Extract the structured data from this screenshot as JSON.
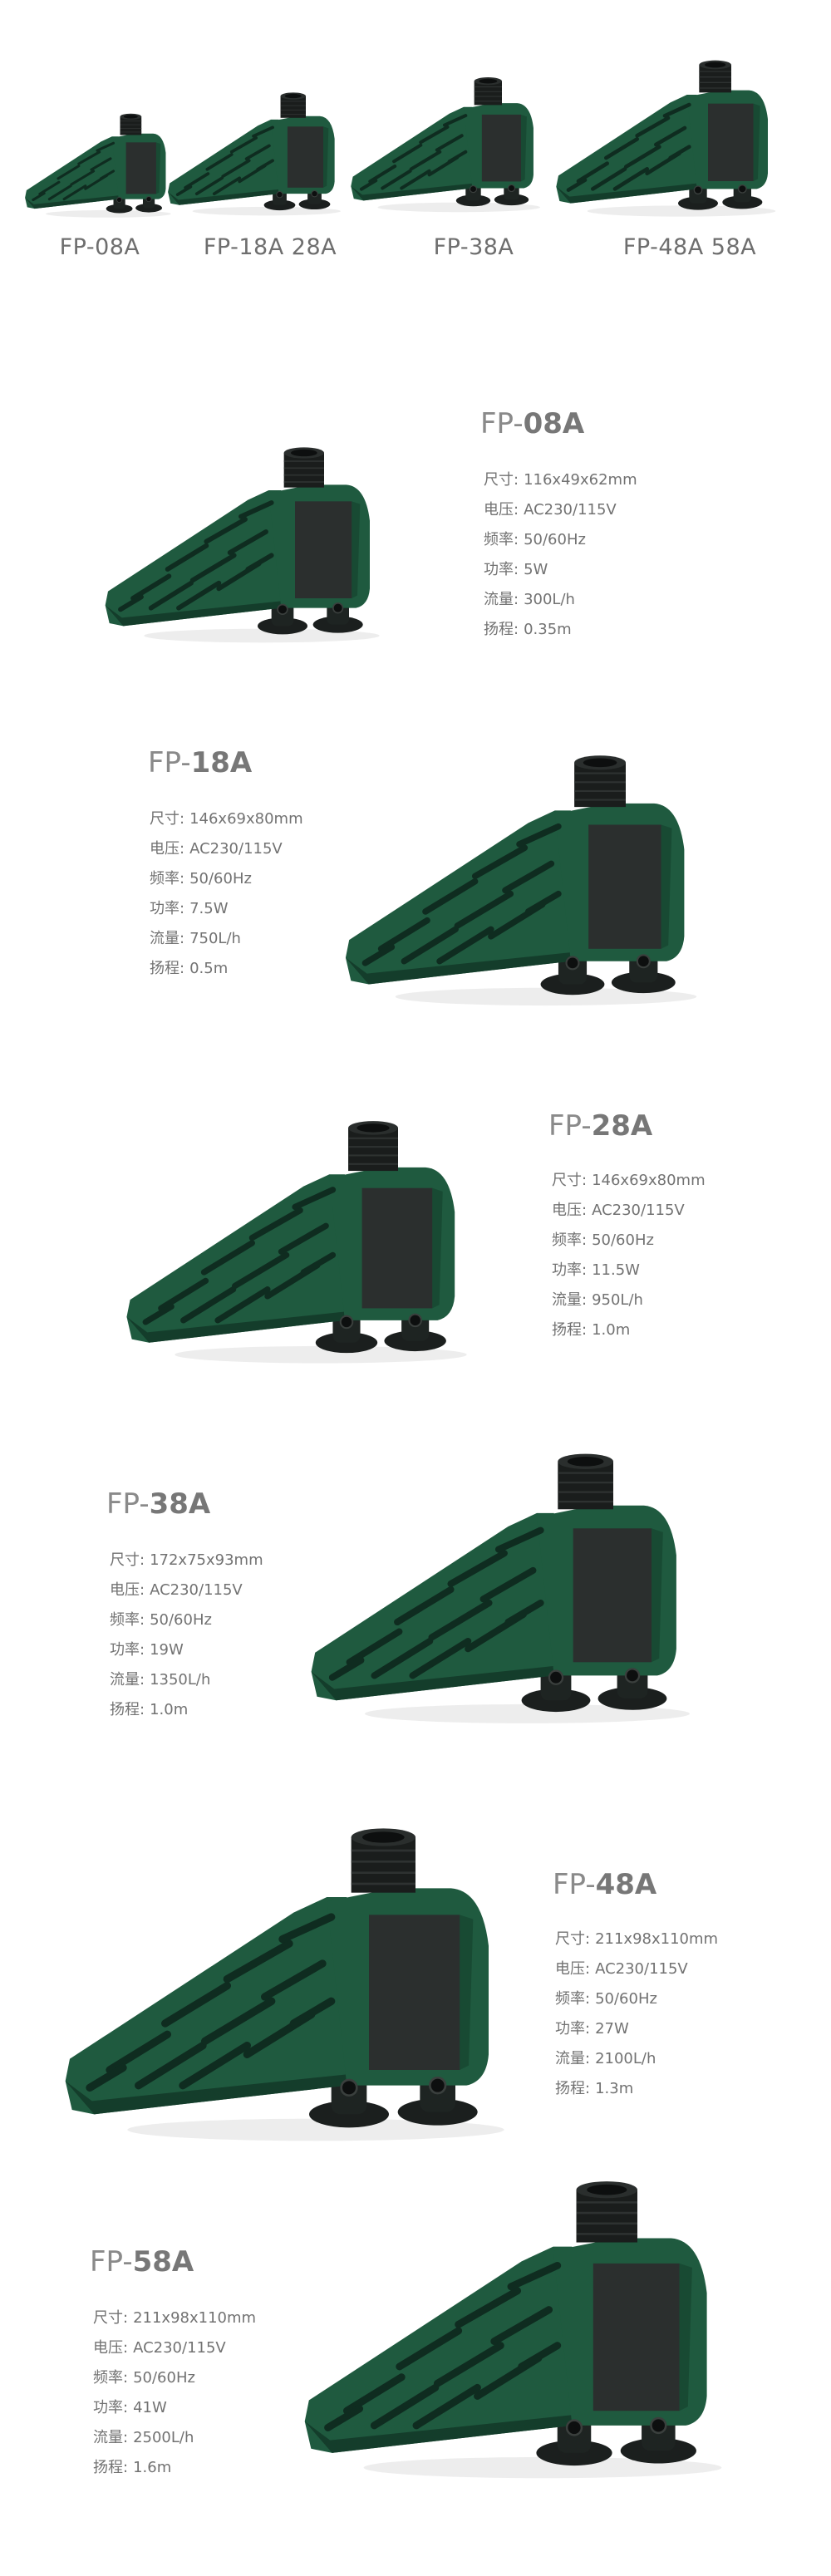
{
  "colors": {
    "body_green": "#1f5a3f",
    "body_green_dark": "#143d2b",
    "motor_dark": "#2b2f2e",
    "text_grey": "#6f6f6f"
  },
  "overview": {
    "labels": [
      "FP-08A",
      "FP-18A 28A",
      "FP-38A",
      "FP-48A 58A"
    ]
  },
  "spec_labels": {
    "size": "尺寸:",
    "voltage": "电压:",
    "frequency": "频率:",
    "power": "功率:",
    "flow": "流量:",
    "head": "扬程:"
  },
  "products": [
    {
      "prefix": "FP-",
      "number": "08A",
      "size": "116x49x62mm",
      "voltage": "AC230/115V",
      "frequency": "50/60Hz",
      "power": "5W",
      "flow": "300L/h",
      "head": "0.35m"
    },
    {
      "prefix": "FP-",
      "number": "18A",
      "size": "146x69x80mm",
      "voltage": "AC230/115V",
      "frequency": "50/60Hz",
      "power": "7.5W",
      "flow": "750L/h",
      "head": "0.5m"
    },
    {
      "prefix": "FP-",
      "number": "28A",
      "size": "146x69x80mm",
      "voltage": "AC230/115V",
      "frequency": "50/60Hz",
      "power": "11.5W",
      "flow": "950L/h",
      "head": "1.0m"
    },
    {
      "prefix": "FP-",
      "number": "38A",
      "size": "172x75x93mm",
      "voltage": "AC230/115V",
      "frequency": "50/60Hz",
      "power": "19W",
      "flow": "1350L/h",
      "head": "1.0m"
    },
    {
      "prefix": "FP-",
      "number": "48A",
      "size": "211x98x110mm",
      "voltage": "AC230/115V",
      "frequency": "50/60Hz",
      "power": "27W",
      "flow": "2100L/h",
      "head": "1.3m"
    },
    {
      "prefix": "FP-",
      "number": "58A",
      "size": "211x98x110mm",
      "voltage": "AC230/115V",
      "frequency": "50/60Hz",
      "power": "41W",
      "flow": "2500L/h",
      "head": "1.6m"
    }
  ]
}
